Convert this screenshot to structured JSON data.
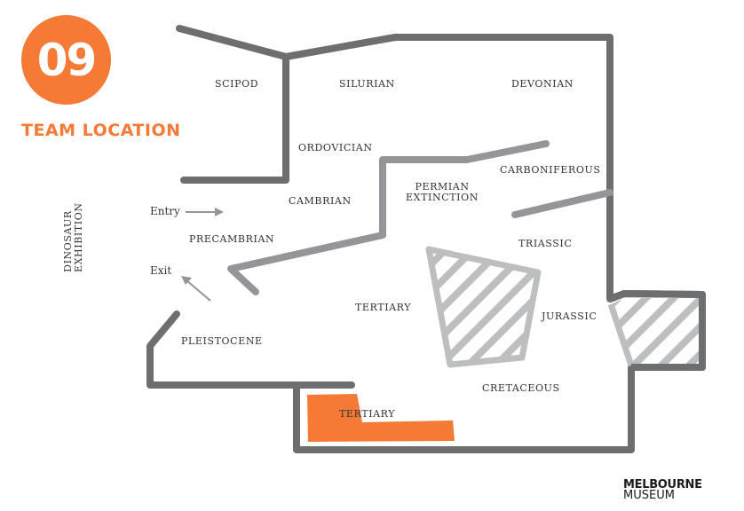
{
  "header": {
    "badge_number": "09",
    "title": "TEAM LOCATION"
  },
  "map": {
    "side_label": [
      "DINOSAUR",
      "EXHIBITION"
    ],
    "entry_label": "Entry",
    "exit_label": "Exit",
    "zones": {
      "scipod": "SCIPOD",
      "silurian": "SILURIAN",
      "devonian": "DEVONIAN",
      "ordovician": "ORDOVICIAN",
      "carboniferous": "CARBONIFEROUS",
      "cambrian": "CAMBRIAN",
      "permian_line1": "PERMIAN",
      "permian_line2": "EXTINCTION",
      "precambrian": "PRECAMBRIAN",
      "triassic": "TRIASSIC",
      "tertiary_main": "TERTIARY",
      "jurassic": "JURASSIC",
      "pleistocene": "PLEISTOCENE",
      "cretaceous": "CRETACEOUS",
      "tertiary_highlight": "TERTIARY"
    },
    "colors": {
      "accent": "#f47a35",
      "outer_wall": "#6d6e70",
      "inner_wall": "#939598",
      "hatch": "#bcbec0"
    }
  },
  "footer": {
    "logo_line1": "MELBOURNE",
    "logo_line2": "MUSEUM"
  }
}
